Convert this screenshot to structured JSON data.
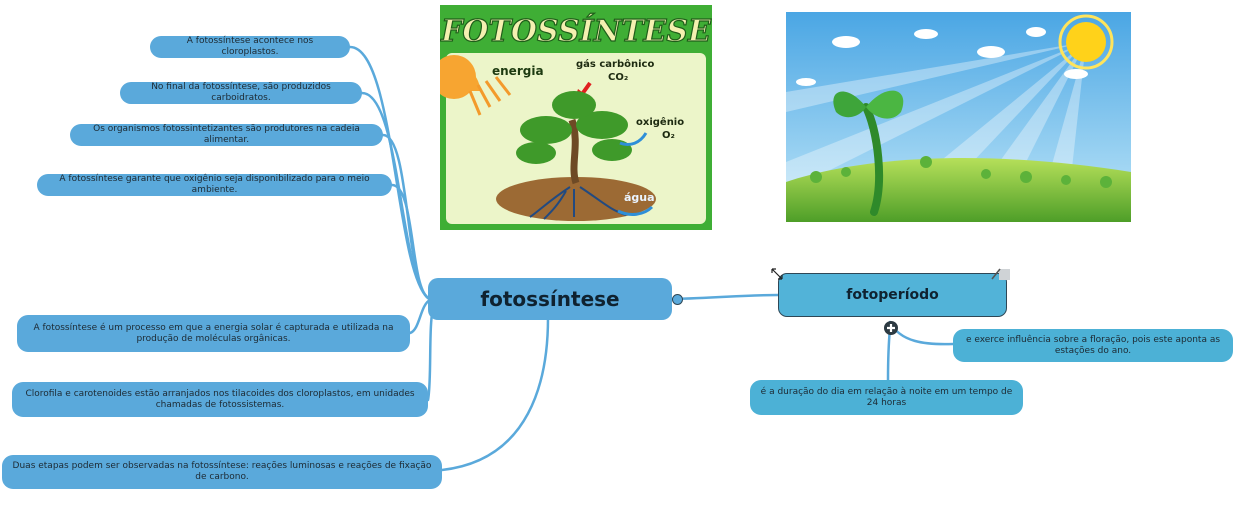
{
  "central": {
    "label": "fotossíntese"
  },
  "left_topics": [
    {
      "text": "A fotossíntese acontece nos cloroplastos."
    },
    {
      "text": "No final da fotossíntese, são produzidos carboidratos."
    },
    {
      "text": "Os organismos fotossintetizantes são produtores na cadeia alimentar."
    },
    {
      "text": "A fotossíntese garante que oxigênio seja disponibilizado para o meio ambiente."
    },
    {
      "text": "A fotossíntese é um processo em que a energia solar é capturada e utilizada na produção de moléculas orgânicas."
    },
    {
      "text": "Clorofila e carotenoides estão arranjados nos tilacoides dos cloroplastos, em unidades chamadas de fotossistemas."
    },
    {
      "text": "Duas etapas podem ser observadas na fotossíntese: reações luminosas e reações de fixação de carbono."
    }
  ],
  "subtopic": {
    "label": "fotoperíodo",
    "children": [
      {
        "text": "e exerce influência sobre a floração, pois este aponta as estações do ano."
      },
      {
        "text": "é a duração do dia em relação à noite em um tempo de 24 horas"
      }
    ]
  },
  "poster": {
    "title": "FOTOSSÍNTESE",
    "label_energy": "energia",
    "label_co2": "gás carbônico",
    "formula_co2": "CO₂",
    "label_o2": "oxigênio",
    "formula_o2": "O₂",
    "label_water": "água"
  },
  "colors": {
    "node_blue": "#5aa9db",
    "link_blue": "#5aa9db",
    "poster_green": "#3fae35",
    "sky_blue": "#7fc7f0"
  }
}
